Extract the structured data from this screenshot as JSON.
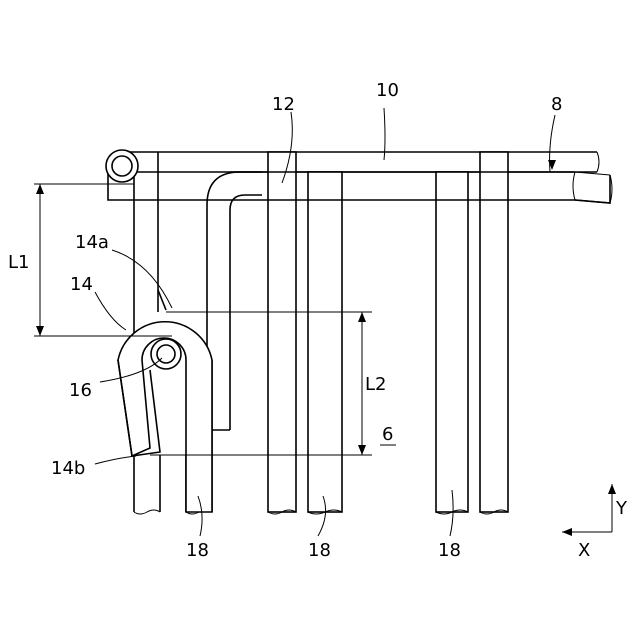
{
  "labels": {
    "ref_10": "10",
    "ref_12": "12",
    "ref_8": "8",
    "ref_14a": "14a",
    "ref_14": "14",
    "ref_16": "16",
    "ref_14b": "14b",
    "ref_6": "6",
    "ref_18_a": "18",
    "ref_18_b": "18",
    "ref_18_c": "18",
    "dim_L1": "L1",
    "dim_L2": "L2",
    "axis_x": "X",
    "axis_y": "Y"
  }
}
